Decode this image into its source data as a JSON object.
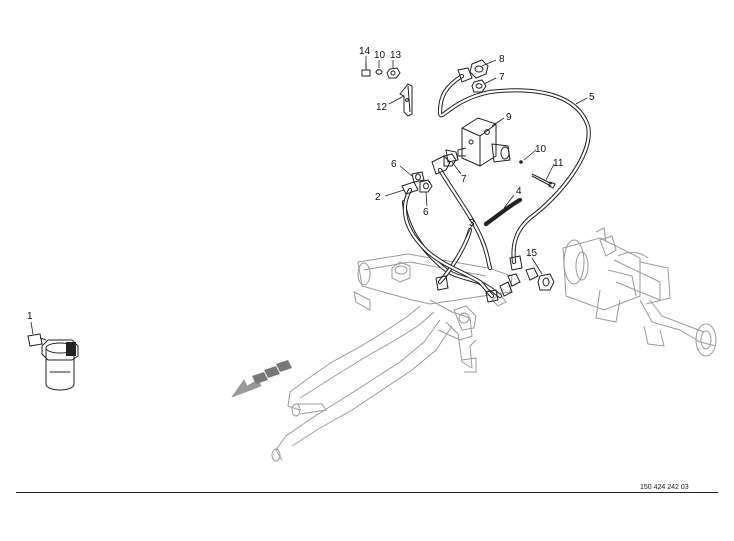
{
  "document_number": "150 424 242 03",
  "callouts": {
    "c1": "1",
    "c2": "2",
    "c3": "3",
    "c4": "4",
    "c5": "5",
    "c6a": "6",
    "c6b": "6",
    "c7a": "7",
    "c7b": "7",
    "c8": "8",
    "c9": "9",
    "c10a": "10",
    "c10b": "10",
    "c11": "11",
    "c12": "12",
    "c13": "13",
    "c14": "14",
    "c15": "15"
  }
}
